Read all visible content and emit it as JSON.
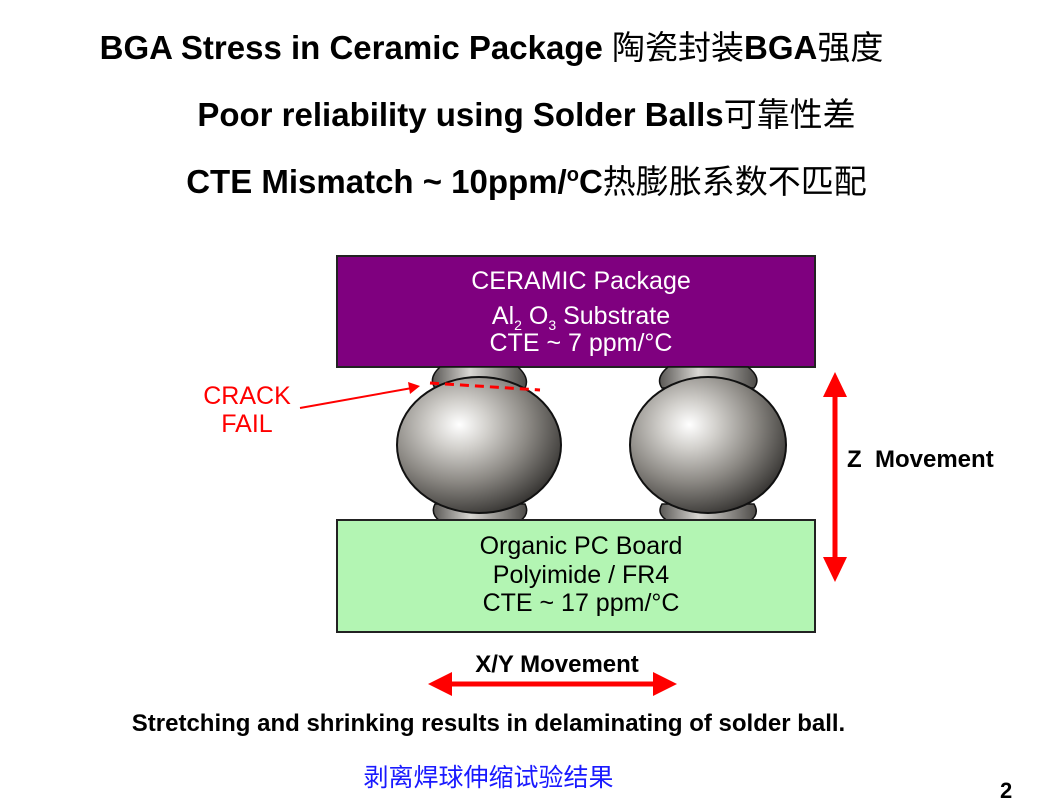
{
  "title": {
    "line1_en": "BGA Stress in Ceramic Package ",
    "line1_cn": "陶瓷封装",
    "line1_bga": "BGA",
    "line1_cn2": "强度",
    "line2_en": "Poor reliability using Solder Balls",
    "line2_cn": "可靠性差",
    "line3_en": "CTE Mismatch ~ 10ppm/",
    "line3_sup": "o",
    "line3_c": "C",
    "line3_cn": "热膨胀系数不匹配"
  },
  "ceramic": {
    "name": "CERAMIC Package",
    "substrate_al": "Al",
    "substrate_al_sub": "2",
    "substrate_o": " O",
    "substrate_o_sub": "3",
    "substrate_rest": " Substrate",
    "cte": "CTE ~ 7 ppm/°C",
    "fill_color": "#7f007f"
  },
  "board": {
    "name": "Organic PC Board",
    "material": "Polyimide / FR4",
    "cte": "CTE ~ 17 ppm/°C",
    "fill_color": "#b3f5b3"
  },
  "crack": {
    "line1": "CRACK",
    "line2": "FAIL",
    "color": "#ff0000"
  },
  "z_movement": "Z  Movement",
  "xy_movement": "X/Y Movement",
  "caption_en": "Stretching and shrinking results in delaminating of solder ball.",
  "caption_cn": "剥离焊球伸缩试验结果",
  "page_number": "2"
}
